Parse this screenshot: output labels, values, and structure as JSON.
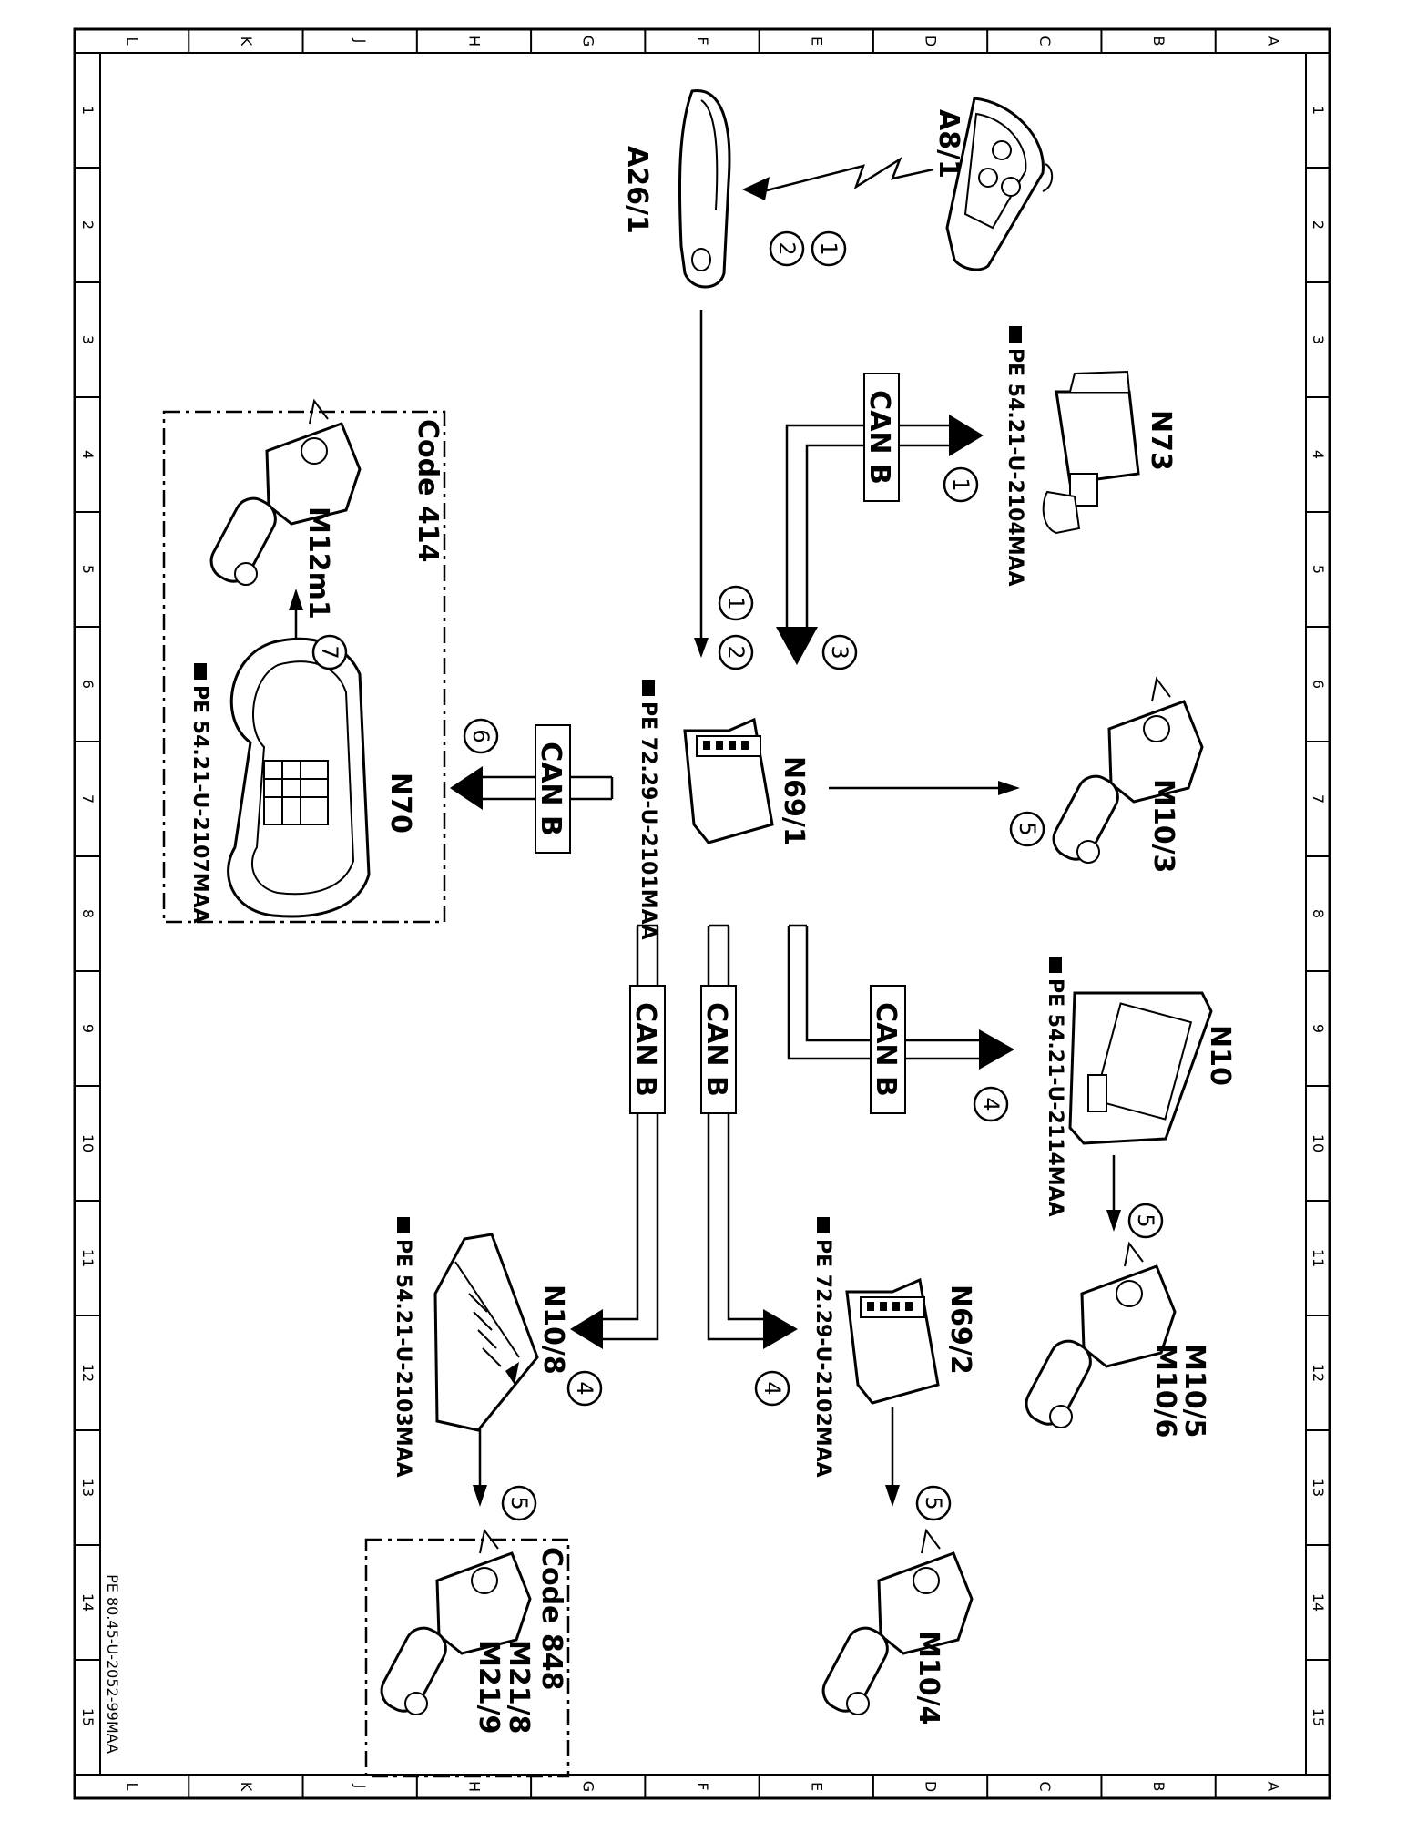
{
  "border": {
    "letters": [
      "L",
      "K",
      "J",
      "H",
      "G",
      "F",
      "E",
      "D",
      "C",
      "B",
      "A"
    ],
    "numbers": [
      "1",
      "2",
      "3",
      "4",
      "5",
      "6",
      "7",
      "8",
      "9",
      "10",
      "11",
      "12",
      "13",
      "14",
      "15"
    ]
  },
  "document_code": "PE 80.45-U-2052-99MAA",
  "can_label": "CAN B",
  "components": {
    "a8_1": "A8/1",
    "a26_1": "A26/1",
    "n73": "N73",
    "n69_1": "N69/1",
    "m10_3": "M10/3",
    "n10": "N10",
    "m10_5": "M10/5",
    "m10_6": "M10/6",
    "n69_2": "N69/2",
    "m10_4": "M10/4",
    "n10_8": "N10/8",
    "m21_8": "M21/8",
    "m21_9": "M21/9",
    "n70": "N70",
    "m12m1": "M12m1"
  },
  "references": {
    "n73": "PE 54.21-U-2104MAA",
    "n69_1": "PE 72.29-U-2101MAA",
    "n10": "PE 54.21-U-2114MAA",
    "n69_2": "PE 72.29-U-2102MAA",
    "n10_8": "PE 54.21-U-2103MAA",
    "n70": "PE 54.21-U-2107MAA"
  },
  "codes": {
    "code_414": "Code 414",
    "code_848": "Code 848"
  },
  "steps": {
    "s1": "1",
    "s2": "2",
    "s3": "3",
    "s4": "4",
    "s5": "5",
    "s6": "6",
    "s7": "7"
  }
}
